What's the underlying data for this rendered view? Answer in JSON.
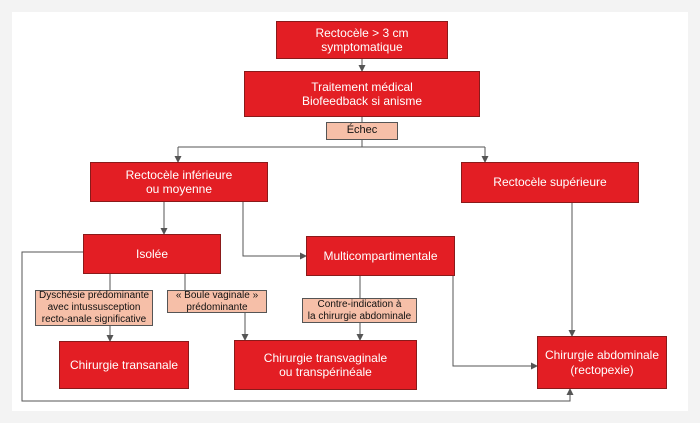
{
  "diagram": {
    "nodes": {
      "rectocele_symptomatique": "Rectocèle > 3 cm\nsymptomatique",
      "traitement_medical": "Traitement médical\nBiofeedback si anisme",
      "echec": "Échec",
      "rectocele_inferieure": "Rectocèle inférieure\nou moyenne",
      "rectocele_superieure": "Rectocèle supérieure",
      "isolee": "Isolée",
      "multicompartimentale": "Multicompartimentale",
      "dyschesie": "Dyschésie prédominante\navec intussusception\nrecto-anale significative",
      "boule_vaginale": "« Boule vaginale »\nprédominante",
      "contre_indication": "Contre-indication à\nla chirurgie abdominale",
      "chirurgie_transanale": "Chirurgie transanale",
      "chirurgie_transvaginale": "Chirurgie transvaginale\nou transpérinéale",
      "chirurgie_abdominale": "Chirurgie abdominale\n(rectopexie)"
    },
    "colors": {
      "primary_box": "#e31e24",
      "secondary_box": "#f6bfa8",
      "connector": "#555555",
      "border_frame": "#f3f3f3"
    }
  }
}
